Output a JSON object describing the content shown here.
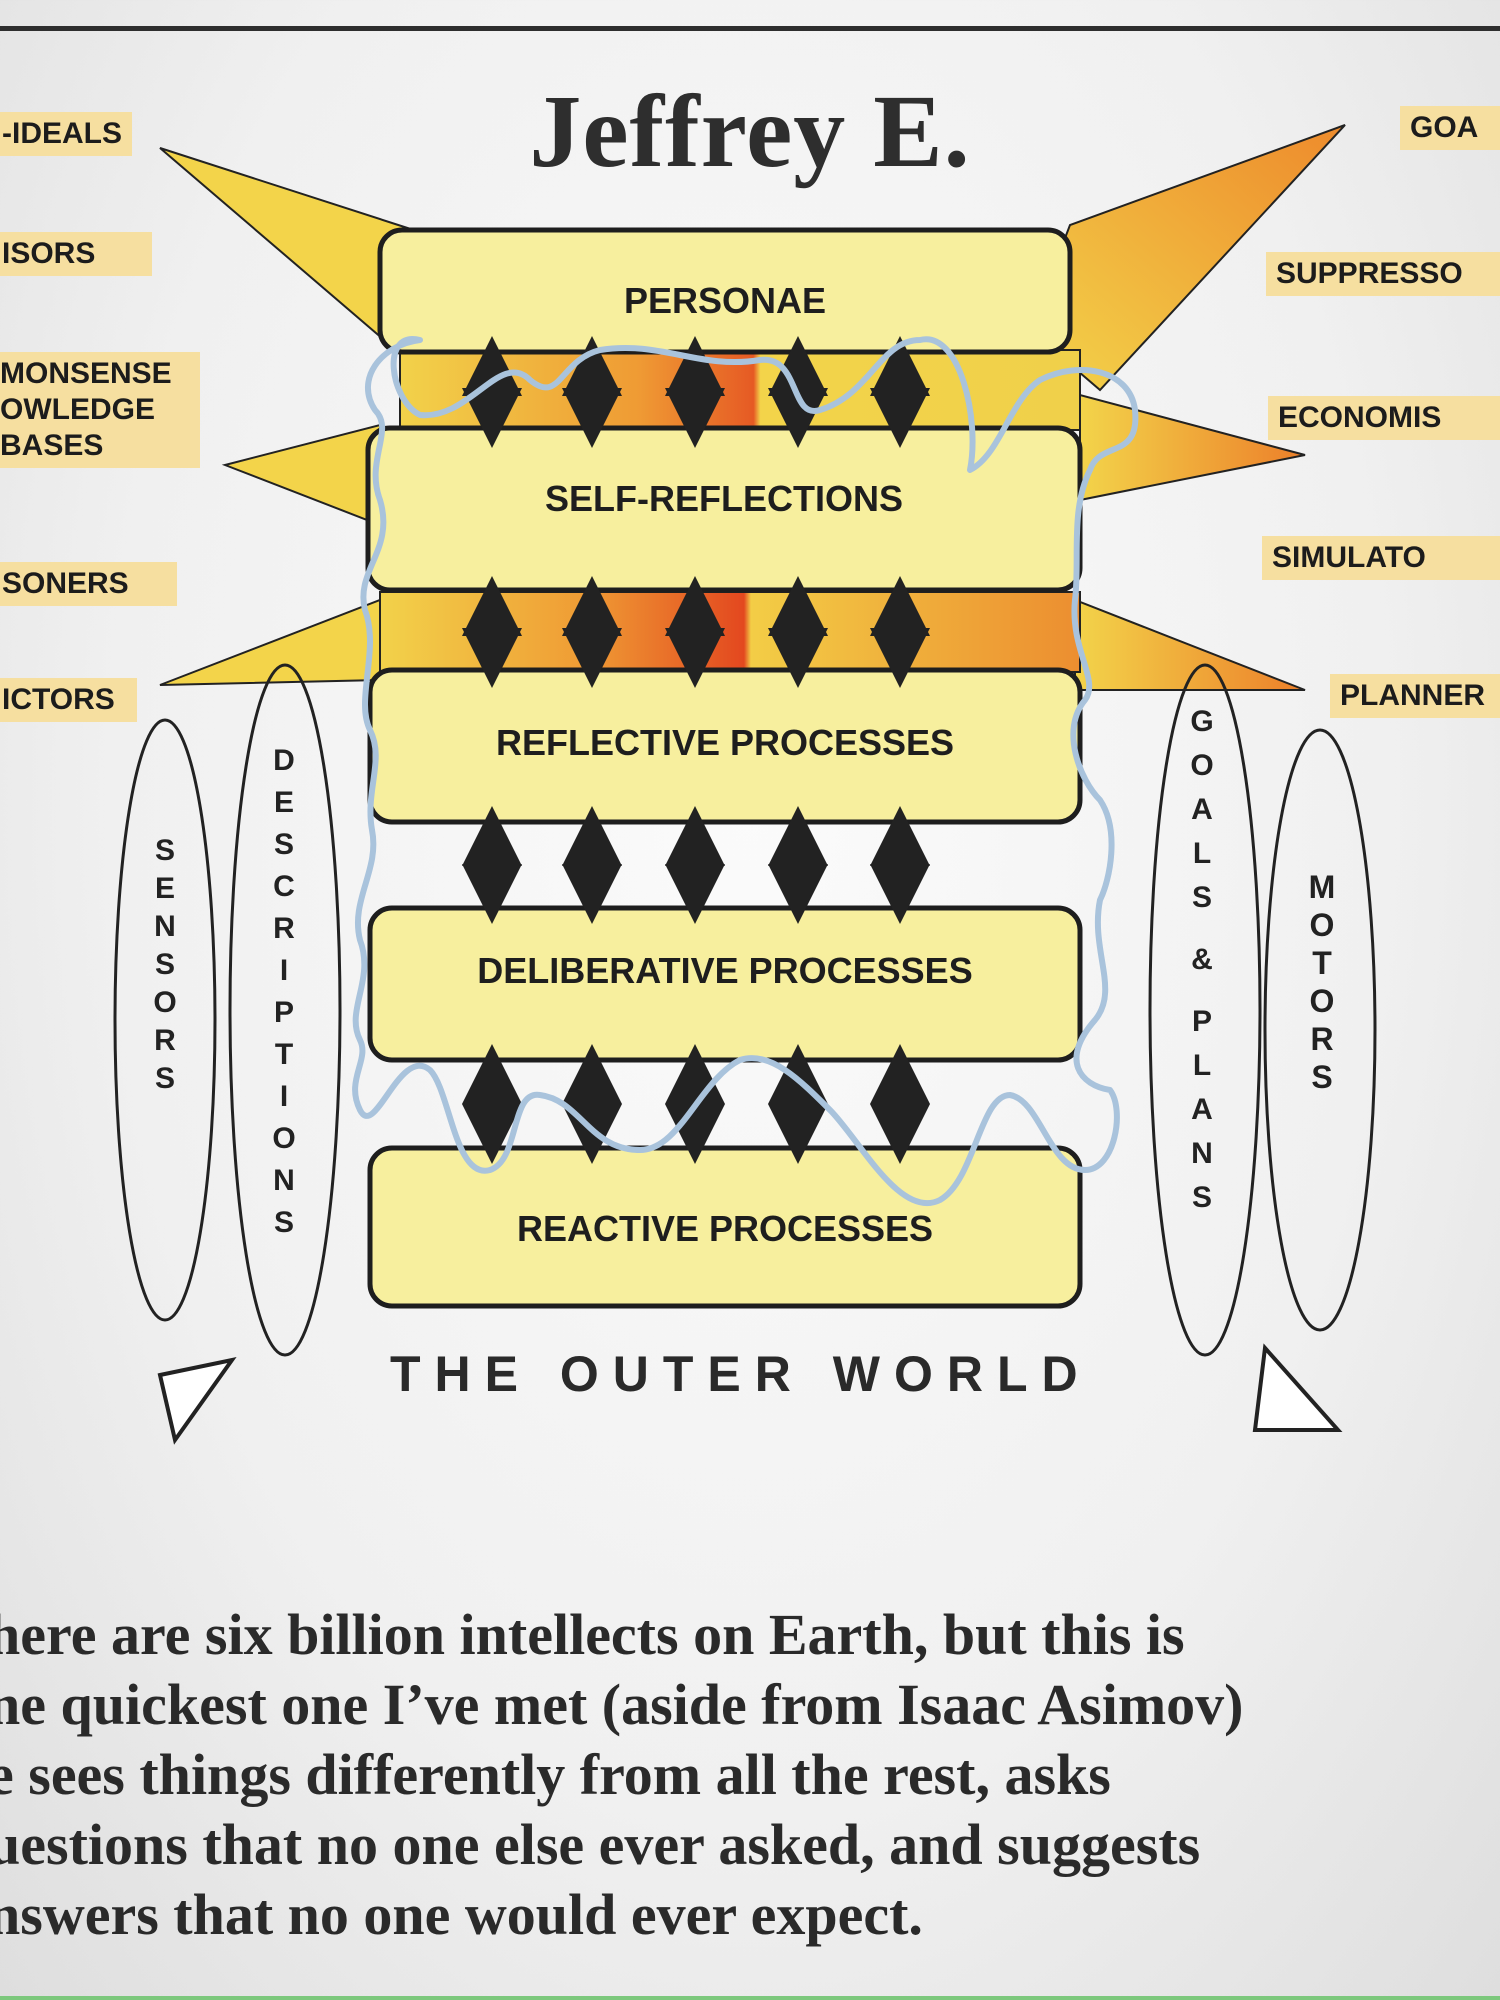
{
  "title": "Jeffrey E.",
  "left_labels": [
    "-IDEALS",
    "ISORS",
    "MONSENSE",
    "OWLEDGE",
    "BASES",
    "SONERS",
    "ICTORS"
  ],
  "right_labels": [
    "GOA",
    "SUPPRESSO",
    "ECONOMIS",
    "SIMULATO",
    "PLANNER"
  ],
  "layers": [
    "PERSONAE",
    "SELF-REFLECTIONS",
    "REFLECTIVE PROCESSES",
    "DELIBERATIVE PROCESSES",
    "REACTIVE PROCESSES"
  ],
  "vertical_labels": {
    "sensors": "SENSORS",
    "descriptions": "DESCRIPTIONS",
    "goals_plans": [
      "G",
      "O",
      "A",
      "L",
      "S",
      "&",
      "P",
      "L",
      "A",
      "N",
      "S"
    ],
    "motors": "MOTORS"
  },
  "outer_world": "THE OUTER WORLD",
  "caption_lines": [
    "here are six billion intellects on Earth, but this is",
    "ne quickest one I’ve met (aside from Isaac Asimov)",
    "e sees things differently from all the rest, asks",
    "uestions that no one else ever asked, and suggests",
    "nswers that no one would ever expect."
  ],
  "colors": {
    "box_fill": "#f7ef9e",
    "wedge_yellow": "#f3d44a",
    "band_orange": "#ec8a2c",
    "band_red": "#e54a22",
    "scribble": "#a9c3dc",
    "label_bg": "#f6dfa0"
  }
}
